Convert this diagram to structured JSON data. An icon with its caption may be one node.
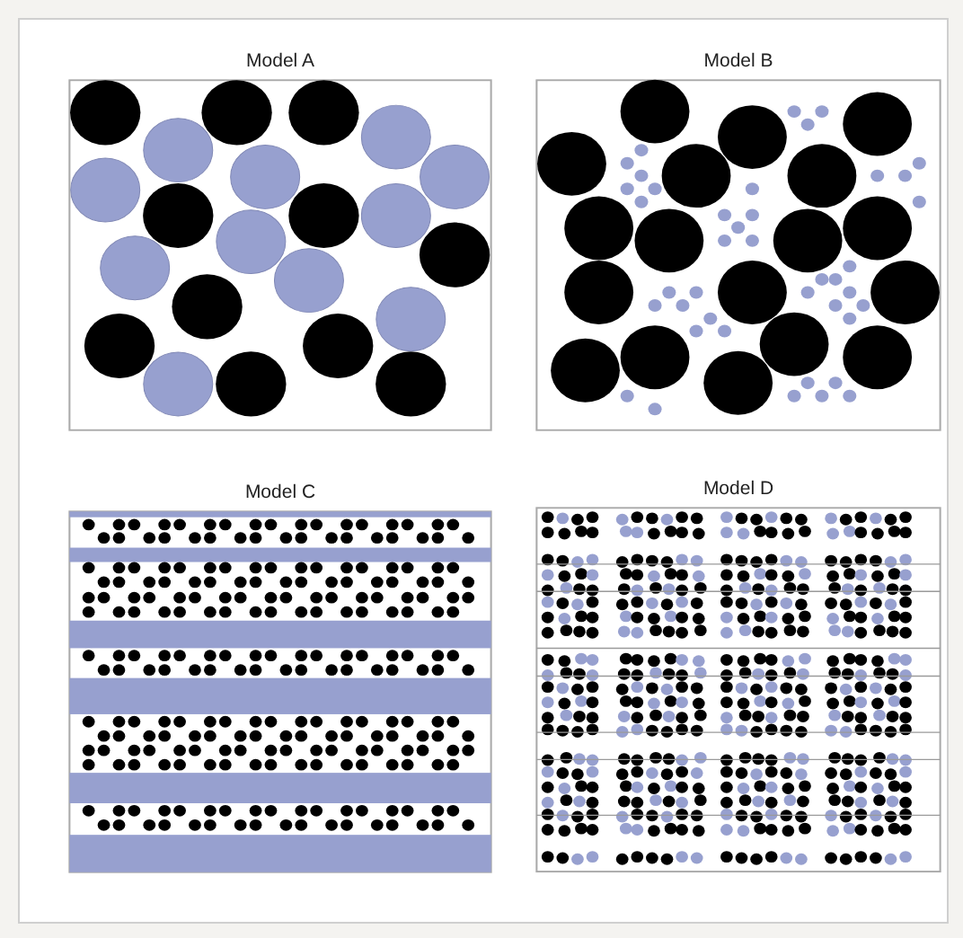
{
  "diagram": {
    "nodes": [
      {
        "text": [
          "Model A"
        ]
      },
      {
        "text": [
          "Model B"
        ]
      },
      {
        "text": [
          "Model C"
        ]
      },
      {
        "text": [
          "Model D"
        ]
      }
    ]
  }
}
